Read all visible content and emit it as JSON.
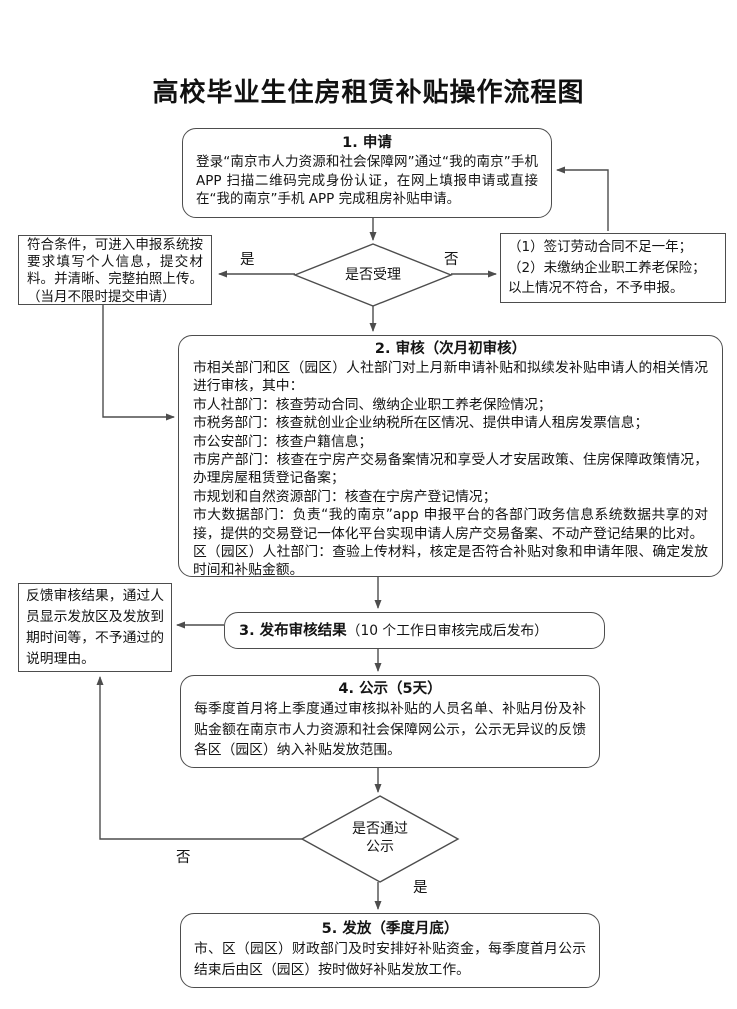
{
  "page": {
    "title": "高校毕业生住房租赁补贴操作流程图"
  },
  "flow": {
    "step1": {
      "heading": "1. 申请",
      "body": "登录“南京市人力资源和社会保障网”通过“我的南京”手机 APP 扫描二维码完成身份认证，在网上填报申请或直接在“我的南京”手机 APP 完成租房补贴申请。"
    },
    "decision1": {
      "question": "是否受理",
      "yes_label": "是",
      "no_label": "否"
    },
    "eligible_note": {
      "body": "符合条件，可进入申报系统按要求填写个人信息，提交材料。并清晰、完整拍照上传。（当月不限时提交申请）"
    },
    "reject_note": {
      "lines": [
        "（1）签订劳动合同不足一年；",
        "（2）未缴纳企业职工养老保险；",
        "以上情况不符合，不予申报。"
      ]
    },
    "step2": {
      "heading": "2. 审核（次月初审核）",
      "lines": [
        "市相关部门和区（园区）人社部门对上月新申请补贴和拟续发补贴申请人的相关情况进行审核，其中：",
        "市人社部门：核查劳动合同、缴纳企业职工养老保险情况；",
        "市税务部门：核查就创业企业纳税所在区情况、提供申请人租房发票信息；",
        "市公安部门：核查户籍信息；",
        "市房产部门：核查在宁房产交易备案情况和享受人才安居政策、住房保障政策情况，办理房屋租赁登记备案；",
        "市规划和自然资源部门：核查在宁房产登记情况；",
        "市大数据部门：负责“我的南京”app 申报平台的各部门政务信息系统数据共享的对接，提供的交易登记一体化平台实现申请人房产交易备案、不动产登记结果的比对。",
        "区（园区）人社部门：查验上传材料，核定是否符合补贴对象和申请年限、确定发放时间和补贴金额。"
      ]
    },
    "step3": {
      "heading": "3. 发布审核结果",
      "note": "（10 个工作日审核完成后发布）"
    },
    "feedback_note": {
      "body": "反馈审核结果，通过人员显示发放区及发放到期时间等，不予通过的说明理由。"
    },
    "step4": {
      "heading": "4. 公示（5天）",
      "body": "每季度首月将上季度通过审核拟补贴的人员名单、补贴月份及补贴金额在南京市人力资源和社会保障网公示，公示无异议的反馈各区（园区）纳入补贴发放范围。"
    },
    "decision2": {
      "question_line1": "是否通过",
      "question_line2": "公示",
      "yes_label": "是",
      "no_label": "否"
    },
    "step5": {
      "heading": "5. 发放（季度月底）",
      "body": "市、区（园区）财政部门及时安排好补贴资金，每季度首月公示结束后由区（园区）按时做好补贴发放工作。"
    }
  }
}
